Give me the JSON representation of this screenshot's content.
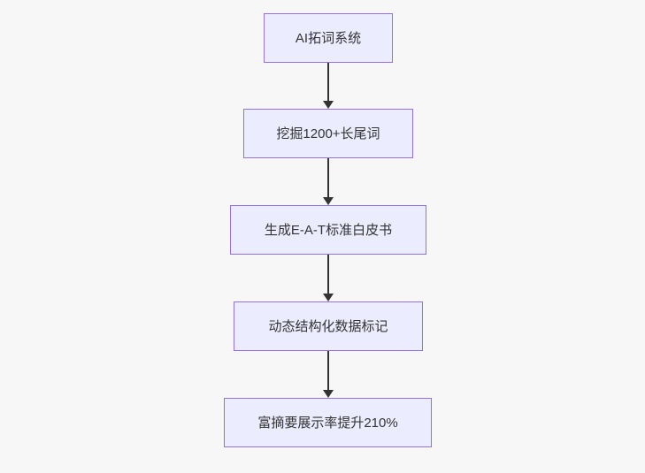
{
  "diagram": {
    "type": "flowchart",
    "direction": "top-down",
    "colors": {
      "background": "#f7f7f7",
      "node_fill": "#ececff",
      "node_border": "#9370db",
      "text": "#333333",
      "arrow": "#333333"
    },
    "nodes": [
      {
        "id": "A",
        "label": "AI拓词系统"
      },
      {
        "id": "B",
        "label": "挖掘1200+长尾词"
      },
      {
        "id": "C",
        "label": "生成E-A-T标准白皮书"
      },
      {
        "id": "D",
        "label": "动态结构化数据标记"
      },
      {
        "id": "E",
        "label": "富摘要展示率提升210%"
      }
    ],
    "edges": [
      {
        "from": "A",
        "to": "B"
      },
      {
        "from": "B",
        "to": "C"
      },
      {
        "from": "C",
        "to": "D"
      },
      {
        "from": "D",
        "to": "E"
      }
    ]
  }
}
